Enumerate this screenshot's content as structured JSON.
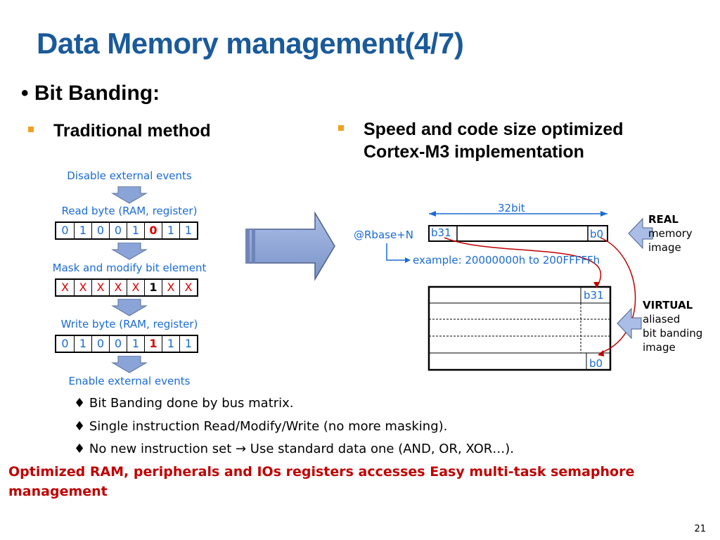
{
  "slide": {
    "title": "Data Memory management(4/7)",
    "bullet_main": "Bit Banding:",
    "left_heading": "Traditional method",
    "right_heading_line1": "Speed and code size optimized",
    "right_heading_line2": "Cortex-M3 implementation",
    "page_number": "21"
  },
  "traditional": {
    "step1": "Disable external events",
    "step2": "Read byte (RAM, register)",
    "row1": [
      "0",
      "1",
      "0",
      "0",
      "1",
      "0",
      "1",
      "1"
    ],
    "step3": "Mask and modify bit element",
    "row2": [
      "X",
      "X",
      "X",
      "X",
      "X",
      "1",
      "X",
      "X"
    ],
    "step4": "Write byte (RAM, register)",
    "row3": [
      "0",
      "1",
      "0",
      "0",
      "1",
      "1",
      "1",
      "1"
    ],
    "step5": "Enable external events"
  },
  "cortex": {
    "width_label": "32bit",
    "rbase_label": "@Rbase+N",
    "top_b31": "b31",
    "top_b0": "b0",
    "example": "example: 20000000h to 200FFFFFh",
    "virt_b31": "b31",
    "virt_b0": "b0",
    "real_title": "REAL",
    "real_line2": "memory",
    "real_line3": "image",
    "virtual_title": "VIRTUAL",
    "virtual_line2": "aliased",
    "virtual_line3": "bit banding",
    "virtual_line4": "image"
  },
  "points": [
    "Bit Banding done by bus matrix.",
    "Single instruction Read/Modify/Write (no more masking).",
    "No new instruction set",
    "Use standard data one (AND, OR, XOR…)."
  ],
  "conclusion": "Optimized RAM, peripherals and IOs registers accesses Easy multi-task semaphore management",
  "colors": {
    "title": "#1a5a9a",
    "label_blue": "#1a6bd6",
    "highlight_red": "#c00000",
    "arrow_fill": "#8aa4d8",
    "bullet_orange": "#f0a020"
  }
}
